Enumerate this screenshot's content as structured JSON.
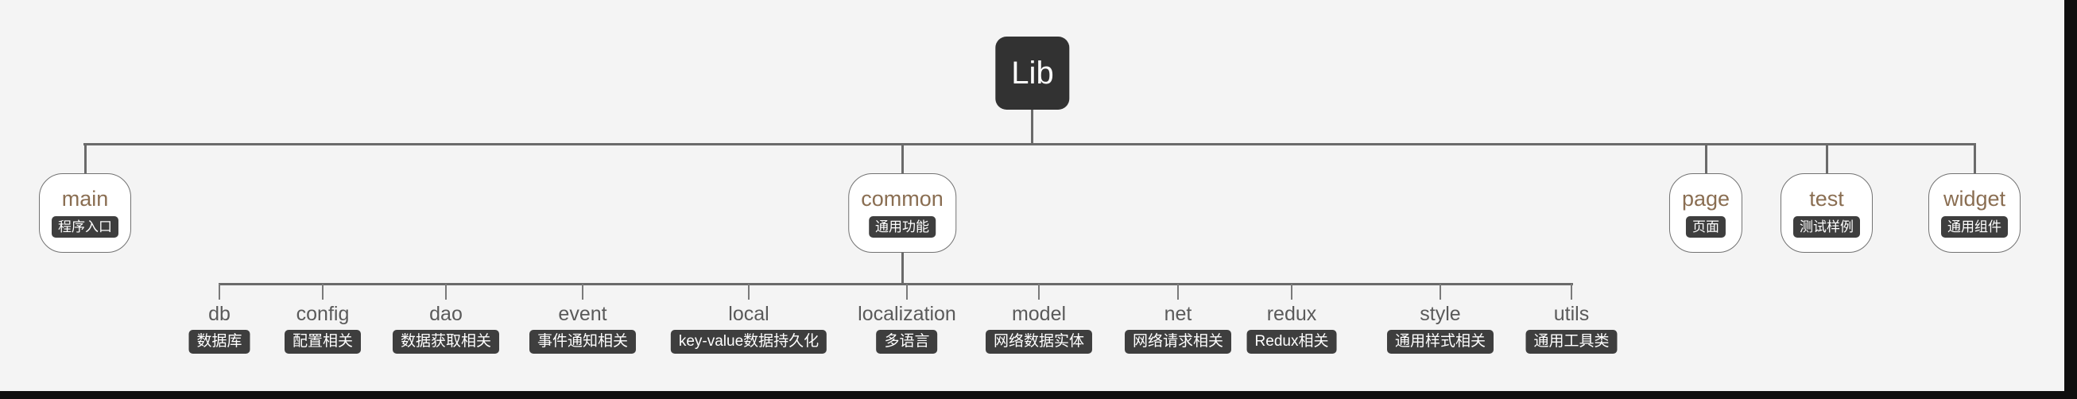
{
  "colors": {
    "canvas_background": "#f4f4f4",
    "frame_edge": "#0f0f0f",
    "root_background": "#323232",
    "root_text": "#ffffff",
    "node_background": "#ffffff",
    "node_border": "#727272",
    "node_label_brown": "#8a6e52",
    "badge_background": "#3e3e3e",
    "badge_text": "#ffffff",
    "connector_line": "#6a6a6a",
    "child_label_gray": "#5a5a5a"
  },
  "tree": {
    "root": {
      "label": "Lib"
    },
    "level1": [
      {
        "label": "main",
        "badge": "程序入口"
      },
      {
        "label": "common",
        "badge": "通用功能"
      },
      {
        "label": "page",
        "badge": "页面"
      },
      {
        "label": "test",
        "badge": "测试样例"
      },
      {
        "label": "widget",
        "badge": "通用组件"
      }
    ],
    "common_children": [
      {
        "label": "db",
        "badge": "数据库"
      },
      {
        "label": "config",
        "badge": "配置相关"
      },
      {
        "label": "dao",
        "badge": "数据获取相关"
      },
      {
        "label": "event",
        "badge": "事件通知相关"
      },
      {
        "label": "local",
        "badge": "key-value数据持久化"
      },
      {
        "label": "localization",
        "badge": "多语言"
      },
      {
        "label": "model",
        "badge": "网络数据实体"
      },
      {
        "label": "net",
        "badge": "网络请求相关"
      },
      {
        "label": "redux",
        "badge": "Redux相关"
      },
      {
        "label": "style",
        "badge": "通用样式相关"
      },
      {
        "label": "utils",
        "badge": "通用工具类"
      }
    ]
  }
}
